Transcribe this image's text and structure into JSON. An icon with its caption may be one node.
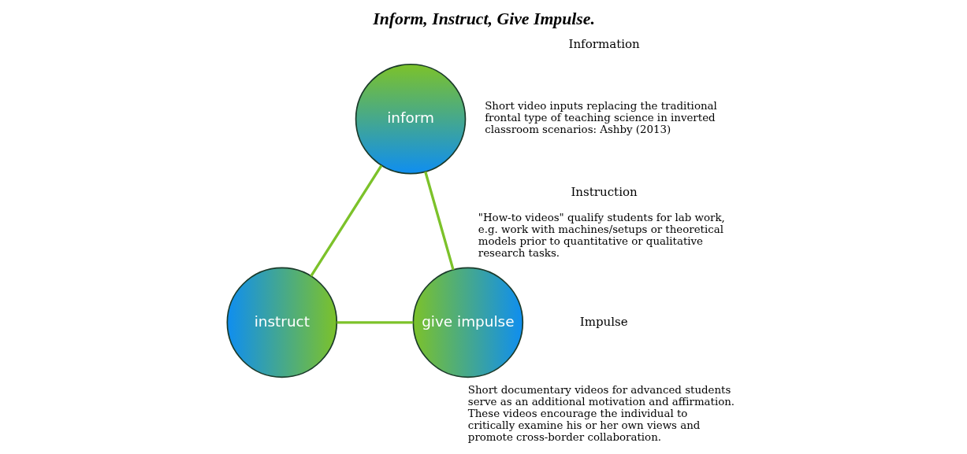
{
  "diagram": {
    "title": "Inform, Instruct, Give Impulse.",
    "nodes": [
      {
        "text": [
          "inform"
        ]
      },
      {
        "text": [
          "instruct"
        ]
      },
      {
        "text": [
          "give impulse"
        ]
      }
    ],
    "edges": [
      {
        "from": 0,
        "to": 1,
        "arrow": "none"
      },
      {
        "from": 0,
        "to": 2,
        "arrow": "none"
      },
      {
        "from": 1,
        "to": 2,
        "arrow": "none"
      }
    ],
    "labels": [
      "Information",
      "Short video inputs replacing the traditional frontal type of teaching science in inverted classroom scenarios: Ashby (2013)",
      "Instruction",
      "\"How-to videos\" qualify students for lab work, e.g. work with machines/setups or theoretical models prior to quantitative or qualitative research tasks.",
      "Impulse",
      "Short documentary videos for advanced students serve as an additional motivation and affirmation. These videos encourage the individual to critically examine his or her own views and promote cross-border collaboration."
    ]
  }
}
